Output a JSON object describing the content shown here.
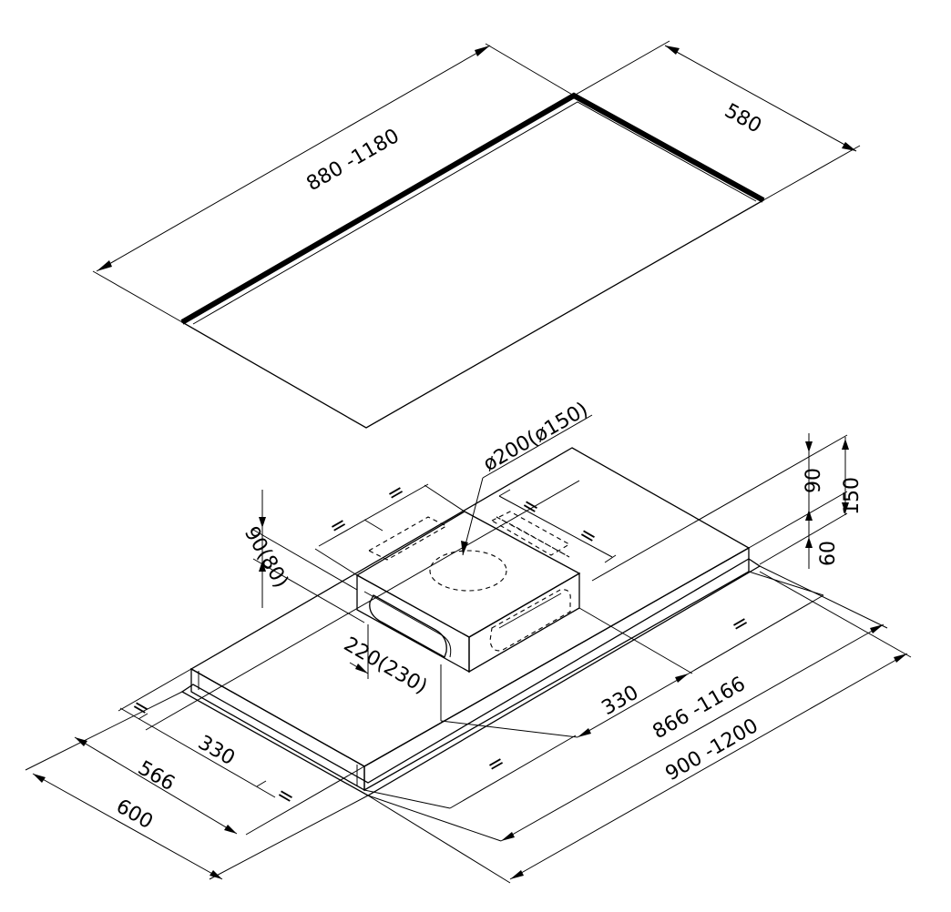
{
  "drawing": {
    "dims": {
      "cutout_length": "880 -1180",
      "cutout_width": "580",
      "duct_diameter": "ø200(ø150)",
      "top_90": "90",
      "top_150": "150",
      "top_60": "60",
      "outlet_height": "90(80)",
      "outlet_width": "220(230)",
      "eq": "=",
      "left_330": "330",
      "right_330": "330",
      "len_866": "866 -1166",
      "len_900": "900 -1200",
      "width_566": "566",
      "width_600": "600"
    },
    "colors": {
      "body": "#a8a8a8",
      "body_side": "#c4c4c4",
      "box_top": "#b5b5b5",
      "box_front": "#d0d0d0",
      "line": "#000000"
    }
  }
}
